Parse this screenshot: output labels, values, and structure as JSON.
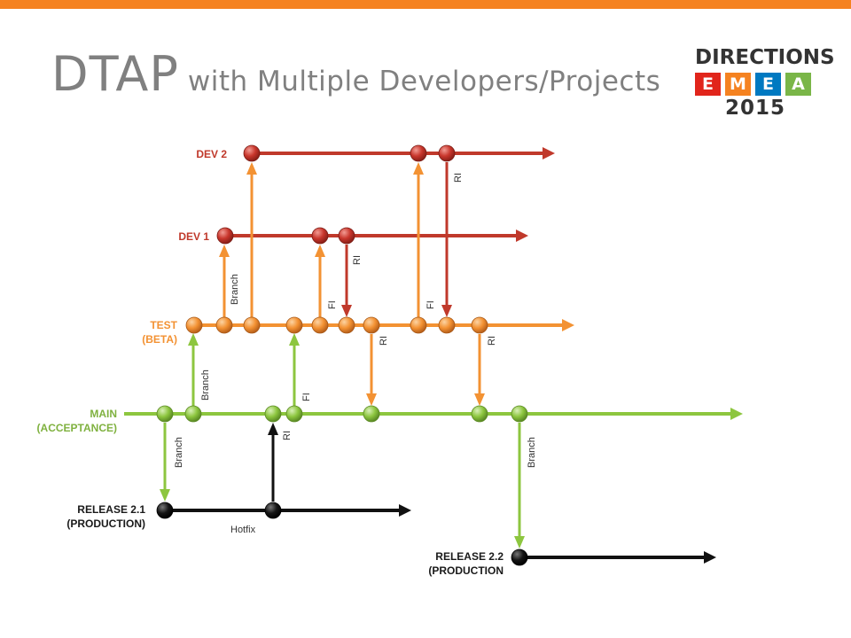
{
  "title": {
    "main": "DTAP",
    "sub": "with Multiple Developers/Projects"
  },
  "logo": {
    "top": "DIRECTIONS",
    "letters": [
      "E",
      "M",
      "E",
      "A"
    ],
    "year": "2015",
    "tile_colors": [
      "#e1251b",
      "#f58220",
      "#0079c1",
      "#7ab648"
    ]
  },
  "lanes": {
    "dev2": {
      "label": "DEV 2"
    },
    "dev1": {
      "label": "DEV 1"
    },
    "test": {
      "label_line1": "TEST",
      "label_line2": "(BETA)"
    },
    "main": {
      "label_line1": "MAIN",
      "label_line2": "(ACCEPTANCE)"
    },
    "release21": {
      "label_line1": "RELEASE 2.1",
      "label_line2": "(PRODUCTION)"
    },
    "release22": {
      "label_line1": "RELEASE 2.2",
      "label_line2": "(PRODUCTION"
    }
  },
  "edge_labels": {
    "branch": "Branch",
    "fi": "FI",
    "ri": "RI",
    "hotfix": "Hotfix"
  },
  "colors": {
    "red": "#c0392b",
    "orange": "#f39233",
    "green": "#8dc63f",
    "black": "#111111",
    "accent": "#f58220"
  }
}
